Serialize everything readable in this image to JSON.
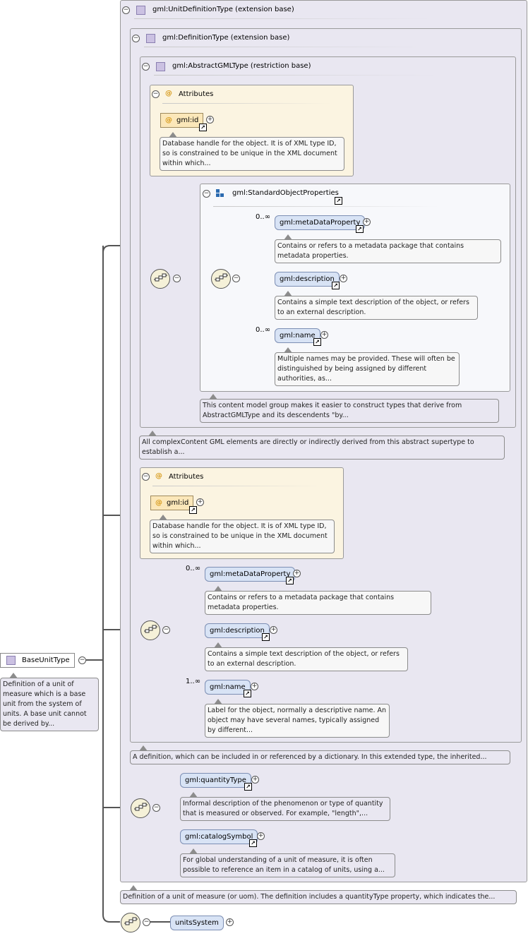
{
  "root": {
    "name": "BaseUnitType",
    "doc": "Definition of a unit of measure which is a base unit from the system of units. A base unit cannot be derived by..."
  },
  "unit_definition": {
    "header": "gml:UnitDefinitionType (extension base)",
    "doc": "Definition of a unit of measure (or uom). The definition includes a quantityType property, which indicates the..."
  },
  "definition_type": {
    "header": "gml:DefinitionType (extension base)",
    "doc": "A definition, which can be included in or referenced by a dictionary. In this extended type, the inherited..."
  },
  "abstract_gml": {
    "header": "gml:AbstractGMLType (restriction base)",
    "doc": "All complexContent GML elements are directly or indirectly derived from this abstract supertype to establish a..."
  },
  "attributes_1": {
    "title": "Attributes",
    "attr_name": "gml:id",
    "attr_doc": "Database handle for the object. It is of XML type ID, so is constrained to be unique in the XML document within which..."
  },
  "sop": {
    "title": "gml:StandardObjectProperties",
    "doc": "This content model group makes it easier to construct types that derive from AbstractGMLType and its descendents \"by...",
    "items": [
      {
        "name": "gml:metaDataProperty",
        "card": "0..∞",
        "doc": "Contains or refers to a metadata package that contains metadata properties."
      },
      {
        "name": "gml:description",
        "card": "",
        "doc": "Contains a simple text description of the object, or refers to an external description."
      },
      {
        "name": "gml:name",
        "card": "0..∞",
        "doc": "Multiple names may be provided. These will often be distinguished by being assigned by different authorities, as..."
      }
    ]
  },
  "attributes_2": {
    "title": "Attributes",
    "attr_name": "gml:id",
    "attr_doc": "Database handle for the object. It is of XML type ID, so is constrained to be unique in the XML document within which..."
  },
  "def_seq": {
    "items": [
      {
        "name": "gml:metaDataProperty",
        "card": "0..∞",
        "doc": "Contains or refers to a metadata package that contains metadata properties."
      },
      {
        "name": "gml:description",
        "card": "",
        "doc": "Contains a simple text description of the object, or refers to an external description."
      },
      {
        "name": "gml:name",
        "card": "1..∞",
        "doc": "Label for the object, normally a descriptive name. An object may have several names, typically assigned by different..."
      }
    ]
  },
  "unit_seq": {
    "items": [
      {
        "name": "gml:quantityType",
        "doc": "Informal description of the phenomenon or type of quantity that is measured or observed. For example, \"length\",..."
      },
      {
        "name": "gml:catalogSymbol",
        "doc": "For global understanding of a unit of measure, it is often possible to reference an item in a catalog of units, using a..."
      }
    ]
  },
  "units_system": {
    "name": "unitsSystem"
  },
  "colors": {
    "type_fill": "#cbc1e2",
    "element_fill": "#d8e3f5",
    "attribute_fill": "#fbe7b9",
    "group_fill": "#e9e7f1"
  }
}
